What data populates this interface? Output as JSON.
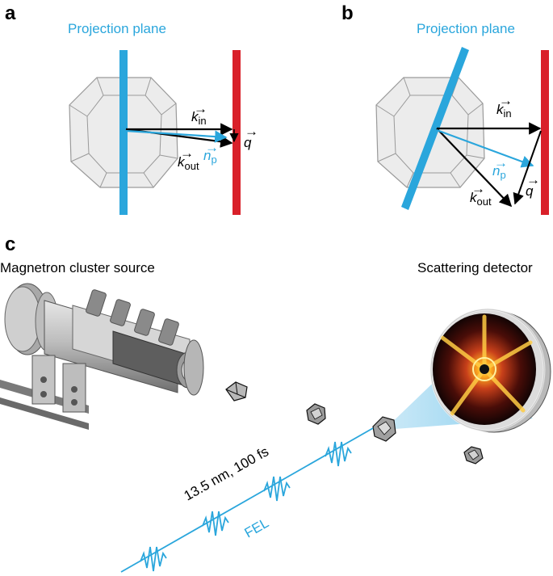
{
  "panels": {
    "a": {
      "letter": "a",
      "plane_label": "Projection plane",
      "k_in": {
        "sym": "k",
        "sub": "in"
      },
      "k_out": {
        "sym": "k",
        "sub": "out"
      },
      "n_p": {
        "sym": "n",
        "sub": "p"
      },
      "q": {
        "sym": "q"
      }
    },
    "b": {
      "letter": "b",
      "plane_label": "Projection plane",
      "k_in": {
        "sym": "k",
        "sub": "in"
      },
      "k_out": {
        "sym": "k",
        "sub": "out"
      },
      "n_p": {
        "sym": "n",
        "sub": "p"
      },
      "q": {
        "sym": "q"
      }
    },
    "c": {
      "letter": "c",
      "source_label": "Magnetron cluster source",
      "detector_label": "Scattering detector",
      "pulse_label": "13.5 nm, 100 fs",
      "fel_label": "FEL"
    }
  },
  "colors": {
    "blue": "#2aa6dc",
    "red": "#d9202a",
    "black": "#000000",
    "cluster_fill": "#ececec",
    "cluster_edge": "#9a9a9a"
  }
}
